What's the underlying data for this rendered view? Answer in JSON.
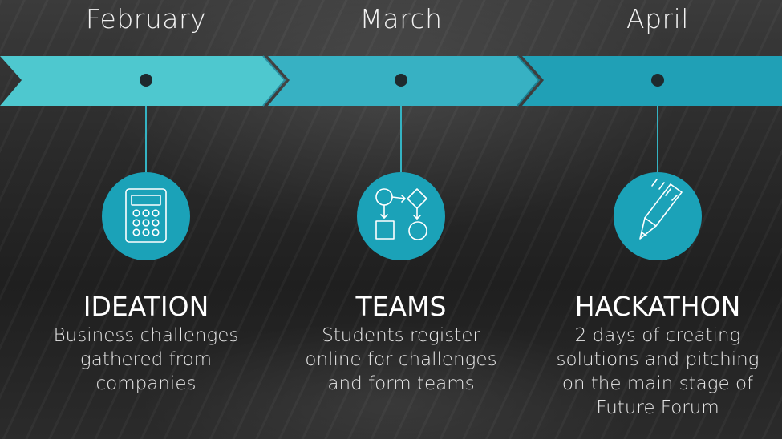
{
  "months": [
    "February",
    "March",
    "April"
  ],
  "steps": [
    {
      "title": "IDEATION",
      "description_lines": [
        "Business challenges",
        "gathered from",
        "companies"
      ],
      "icon": "calculator-icon"
    },
    {
      "title": "TEAMS",
      "description_lines": [
        "Students register",
        "online for challenges",
        "and form teams"
      ],
      "icon": "flowchart-icon"
    },
    {
      "title": "HACKATHON",
      "description_lines": [
        "2 days of creating",
        "solutions and pitching",
        "on the main stage of",
        "Future Forum"
      ],
      "icon": "pencil-icon"
    }
  ],
  "colors": {
    "chevron_1": "#4ec8cf",
    "chevron_2": "#37b1c3",
    "chevron_3": "#20a0b6",
    "icon_circle": "#1ba2b8",
    "connector": "#34b3c3"
  }
}
